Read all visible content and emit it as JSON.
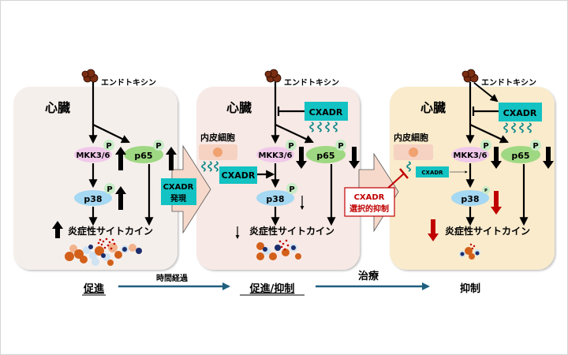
{
  "colors": {
    "panel_promote": "#f5efeb",
    "panel_mixed": "#f7e9e5",
    "panel_suppress": "#f9ebcc",
    "cxadr_box": "#13c2c2",
    "mkk_fill": "#f0c9ea",
    "p65_fill": "#9fd882",
    "p38_fill": "#a5d8f2",
    "phospho_fill": "#c8ecc7",
    "arrow_black": "#000000",
    "arrow_red": "#c00000",
    "timeline_arrow": "#1f5f7f",
    "big_arrow_fill": "#f6d9cb",
    "endotoxin": "#7a2e12"
  },
  "panels": [
    {
      "id": "promote",
      "organ_label": "心臓",
      "endotoxin_label": "エンドトキシン",
      "mkk_label": "MKK3/6",
      "p65_label": "p65",
      "p38_label": "p38",
      "phospho_label": "P",
      "cytokine_label": "炎症性サイトカイン",
      "mkk_change": "up",
      "p65_change": "up",
      "p38_change": "up",
      "cytokine_change": "up",
      "stage_label": "促進"
    },
    {
      "id": "mixed",
      "organ_label": "心臓",
      "endotoxin_label": "エンドトキシン",
      "endothelial_label": "内皮細胞",
      "cxadr_cardiac_label": "CXADR",
      "cxadr_endothelial_label": "CXADR",
      "mkk_label": "MKK3/6",
      "p65_label": "p65",
      "p38_label": "p38",
      "phospho_label": "P",
      "cytokine_label": "炎症性サイトカイン",
      "mkk_change": "down",
      "p65_change": "down",
      "p38_change": "slight-down",
      "cytokine_change": "slight-down",
      "stage_label": "促進/抑制"
    },
    {
      "id": "suppress",
      "organ_label": "心臓",
      "endotoxin_label": "エンドトキシン",
      "endothelial_label": "内皮細胞",
      "cxadr_cardiac_label": "CXADR",
      "cxadr_endothelial_label": "CXADR",
      "mkk_label": "MKK3/6",
      "p65_label": "p65",
      "p38_label": "p38",
      "phospho_label": "P",
      "cytokine_label": "炎症性サイトカイン",
      "mkk_change": "down",
      "p65_change": "down",
      "p38_change": "down-red",
      "cytokine_change": "down-red",
      "stage_label": "抑制"
    }
  ],
  "transitions": [
    {
      "box_line1": "CXADR",
      "box_line2": "発現",
      "timeline_label": "時間経過"
    },
    {
      "box_line1": "CXADR",
      "box_line2": "選択的抑制",
      "timeline_label": "治療"
    }
  ]
}
